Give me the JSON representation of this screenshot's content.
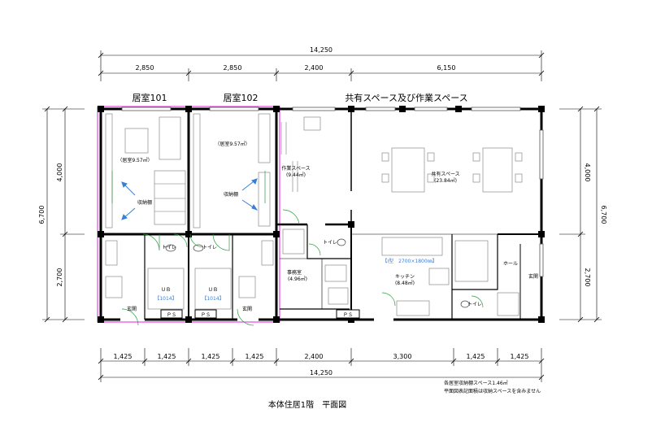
{
  "dimensions": {
    "top_total": "14,250",
    "top_segments": [
      "2,850",
      "2,850",
      "2,400",
      "6,150"
    ],
    "bottom_segments": [
      "1,425",
      "1,425",
      "1,425",
      "1,425",
      "2,400",
      "3,300",
      "1,425",
      "1,425"
    ],
    "bottom_total": "14,250",
    "left_total": "6,700",
    "left_upper": "4,000",
    "left_lower": "2,700",
    "right_total": "6,700",
    "right_upper": "4,000",
    "right_lower": "2,700"
  },
  "headings": {
    "room101": "居室101",
    "room102": "居室102",
    "shared": "共有スペース及び作業スペース"
  },
  "rooms": {
    "room101_area": "（居室9.57㎡）",
    "room102_area": "（居室9.57㎡）",
    "storage_101": "収納棚",
    "storage_102": "収納棚",
    "work_space": "作業スペース",
    "work_space_area": "(9.44㎡)",
    "shared_space": "共有スペース",
    "shared_space_area": "(23.84㎡)",
    "office": "事務室",
    "office_area": "(4.96㎡)",
    "kitchen": "キッチン",
    "kitchen_area": "(8.48㎡)",
    "hall": "ホール",
    "entrance_right": "玄関",
    "entrance_101": "玄関",
    "entrance_102": "玄関",
    "toilet_101": "トイレ",
    "toilet_102": "トイレ",
    "toilet_shared": "トイレ",
    "toilet_kitchen": "トイレ",
    "ub_101": "ＵＢ",
    "ub_101_size": "【1014】",
    "ub_102": "ＵＢ",
    "ub_102_size": "【1014】",
    "ps_1": "ＰＳ",
    "ps_2": "ＰＳ",
    "ps_3": "ＰＳ",
    "kitchen_unit": "【I型　2700×1800㎜】"
  },
  "notes": {
    "line1": "各居室収納棚スペース1.46㎡",
    "line2": "平面図表記面積は収納スペースを含みません"
  },
  "caption": "本体住居1階　平面図"
}
